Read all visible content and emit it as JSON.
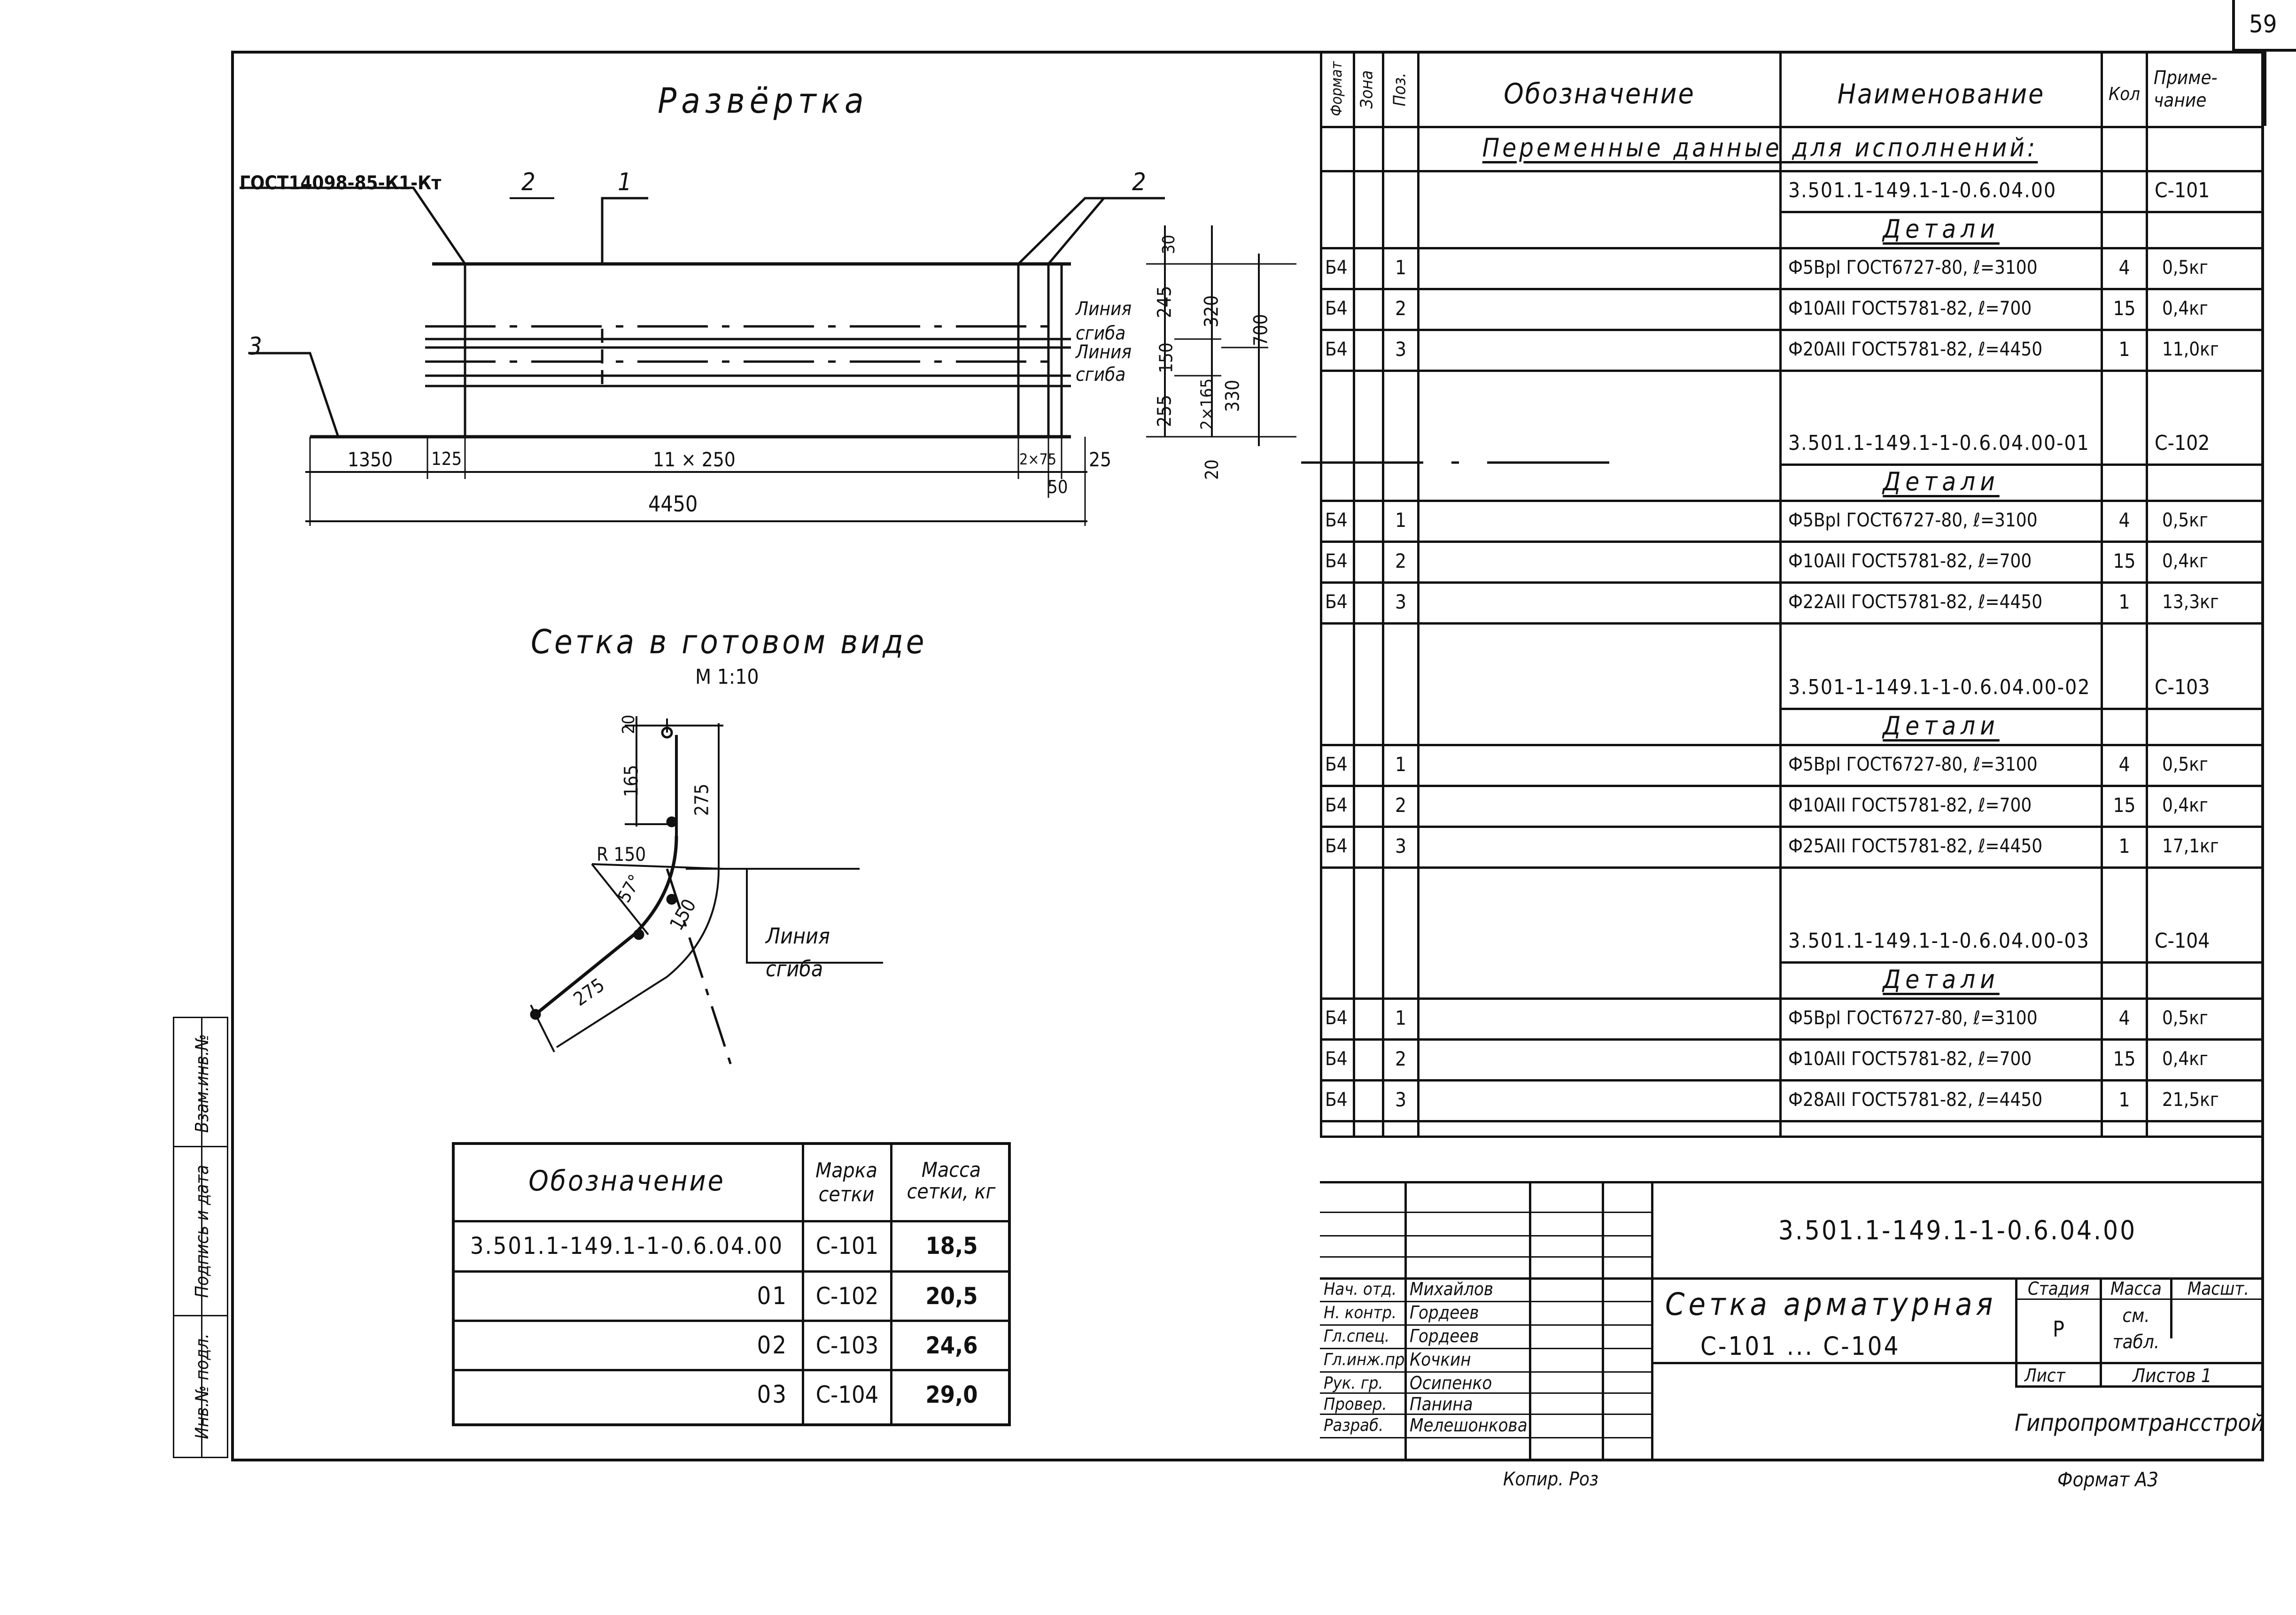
{
  "page_number": "59",
  "development": {
    "title": "Развёртка",
    "gost_label": "ГОСТ14098-85-К1-Кт",
    "leaders": [
      "2",
      "1",
      "2",
      "3"
    ],
    "bend_lines": [
      "Линия",
      "сгиба",
      "Линия",
      "сгиба"
    ],
    "dims_bottom": [
      "1350",
      "125",
      "11 × 250",
      "2×75",
      "25",
      "50",
      "4450"
    ],
    "dims_right": [
      "30",
      "245",
      "150",
      "255",
      "320",
      "2×165",
      "330",
      "700",
      "20"
    ]
  },
  "finished": {
    "title": "Сетка в готовом виде",
    "scale": "М 1:10",
    "dims": [
      "20",
      "165",
      "275",
      "R 150",
      "57°",
      "150",
      "275"
    ],
    "bend_line": [
      "Линия",
      "сгиба"
    ]
  },
  "marks_table": {
    "headers": [
      "Обозначение",
      "Марка сетки",
      "Масса сетки, кг"
    ],
    "rows": [
      [
        "3.501.1-149.1-1-0.6.04.00",
        "С-101",
        "18,5"
      ],
      [
        "01",
        "С-102",
        "20,5"
      ],
      [
        "02",
        "С-103",
        "24,6"
      ],
      [
        "03",
        "С-104",
        "29,0"
      ]
    ]
  },
  "left_stamp": [
    "Инв.№ подл.",
    "Подпись и дата",
    "Взам.инв.№"
  ],
  "spec": {
    "headers": {
      "format": "Формат",
      "zone": "Зона",
      "pos": "Поз.",
      "designation": "Обозначение",
      "name": "Наименование",
      "qty": "Кол",
      "note": "Приме- чание"
    },
    "subtitle": "Переменные данные для исполнений:",
    "groups": [
      {
        "code": "3.501.1-149.1-1-0.6.04.00",
        "note": "С-101",
        "details_label": "Детали",
        "items": [
          {
            "format": "Б4",
            "pos": "1",
            "name": "Ф5ВрI ГОСТ6727-80, ℓ=3100",
            "qty": "4",
            "note": "0,5кг"
          },
          {
            "format": "Б4",
            "pos": "2",
            "name": "Ф10АII ГОСТ5781-82, ℓ=700",
            "qty": "15",
            "note": "0,4кг"
          },
          {
            "format": "Б4",
            "pos": "3",
            "name": "Ф20АII ГОСТ5781-82, ℓ=4450",
            "qty": "1",
            "note": "11,0кг"
          }
        ]
      },
      {
        "code": "3.501.1-149.1-1-0.6.04.00-01",
        "note": "С-102",
        "details_label": "Детали",
        "items": [
          {
            "format": "Б4",
            "pos": "1",
            "name": "Ф5ВрI ГОСТ6727-80, ℓ=3100",
            "qty": "4",
            "note": "0,5кг"
          },
          {
            "format": "Б4",
            "pos": "2",
            "name": "Ф10АII ГОСТ5781-82, ℓ=700",
            "qty": "15",
            "note": "0,4кг"
          },
          {
            "format": "Б4",
            "pos": "3",
            "name": "Ф22АII ГОСТ5781-82, ℓ=4450",
            "qty": "1",
            "note": "13,3кг"
          }
        ]
      },
      {
        "code": "3.501-1-149.1-1-0.6.04.00-02",
        "note": "С-103",
        "details_label": "Детали",
        "items": [
          {
            "format": "Б4",
            "pos": "1",
            "name": "Ф5ВрI ГОСТ6727-80, ℓ=3100",
            "qty": "4",
            "note": "0,5кг"
          },
          {
            "format": "Б4",
            "pos": "2",
            "name": "Ф10АII ГОСТ5781-82, ℓ=700",
            "qty": "15",
            "note": "0,4кг"
          },
          {
            "format": "Б4",
            "pos": "3",
            "name": "Ф25АII ГОСТ5781-82, ℓ=4450",
            "qty": "1",
            "note": "17,1кг"
          }
        ]
      },
      {
        "code": "3.501.1-149.1-1-0.6.04.00-03",
        "note": "С-104",
        "details_label": "Детали",
        "items": [
          {
            "format": "Б4",
            "pos": "1",
            "name": "Ф5ВрI ГОСТ6727-80, ℓ=3100",
            "qty": "4",
            "note": "0,5кг"
          },
          {
            "format": "Б4",
            "pos": "2",
            "name": "Ф10АII ГОСТ5781-82, ℓ=700",
            "qty": "15",
            "note": "0,4кг"
          },
          {
            "format": "Б4",
            "pos": "3",
            "name": "Ф28АII ГОСТ5781-82, ℓ=4450",
            "qty": "1",
            "note": "21,5кг"
          }
        ]
      }
    ]
  },
  "title_block": {
    "doc_code": "3.501.1-149.1-1-0.6.04.00",
    "title_line1": "Сетка арматурная",
    "title_line2": "С-101 ... С-104",
    "stage_label": "Стадия",
    "mass_label": "Масса",
    "scale_label": "Масшт.",
    "stage": "Р",
    "mass": "см. табл.",
    "sheet_label": "Лист",
    "sheets_label": "Листов 1",
    "org": "Гипропромтрансстрой",
    "roles": [
      {
        "role": "Нач. отд.",
        "name": "Михайлов"
      },
      {
        "role": "Н. контр.",
        "name": "Гордеев"
      },
      {
        "role": "Гл.спец.",
        "name": "Гордеев"
      },
      {
        "role": "Гл.инж.пр",
        "name": "Кочкин"
      },
      {
        "role": "Рук. гр.",
        "name": "Осипенко"
      },
      {
        "role": "Провер.",
        "name": "Панина"
      },
      {
        "role": "Разраб.",
        "name": "Мелешонкова"
      }
    ],
    "copied": "Копир. Роз",
    "format": "Формат А3"
  }
}
